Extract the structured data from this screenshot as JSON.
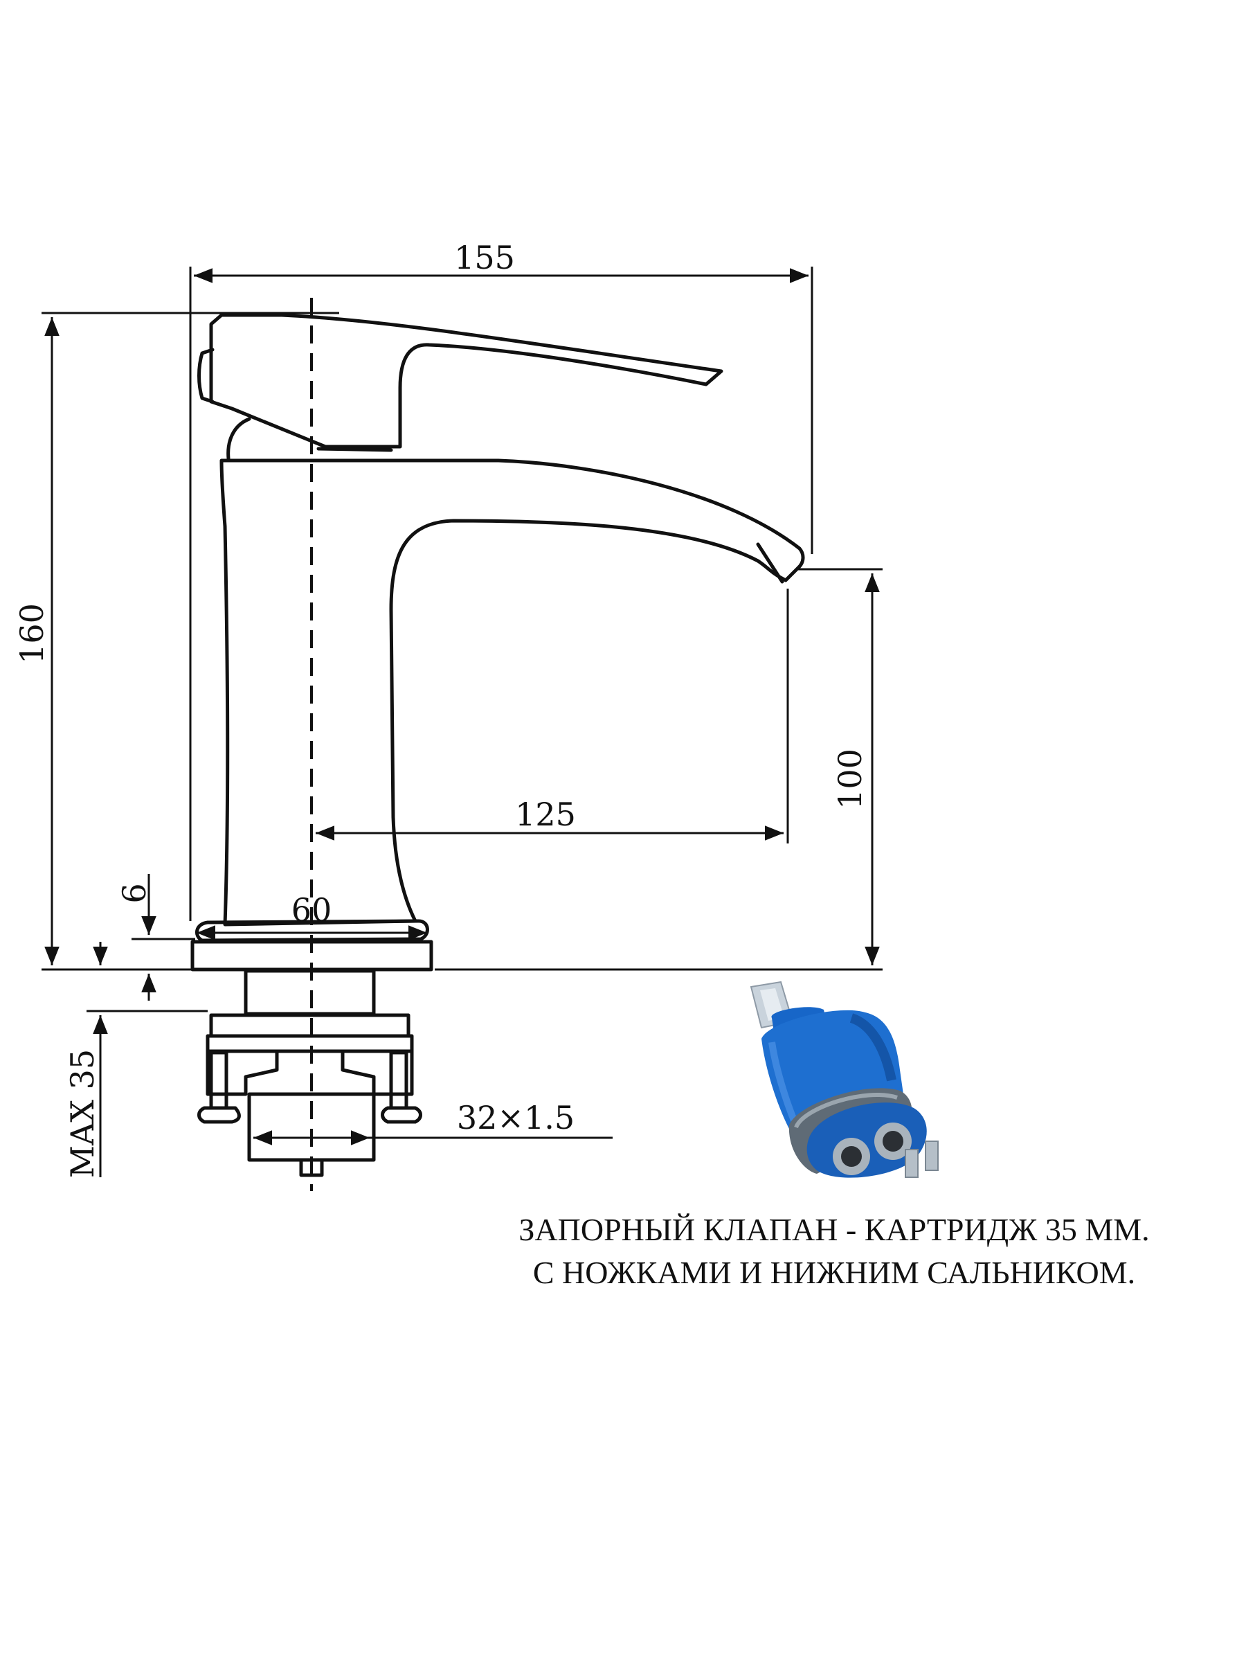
{
  "dimensions": {
    "overall_width": "155",
    "overall_height": "160",
    "spout_height": "100",
    "spout_reach": "125",
    "base_diameter": "60",
    "base_thickness": "6",
    "mount_thickness": "MAX 35",
    "thread": "32×1.5"
  },
  "caption": {
    "line1": "ЗАПОРНЫЙ КЛАПАН - КАРТРИДЖ 35 ММ.",
    "line2": "С НОЖКАМИ И НИЖНИМ САЛЬНИКОМ."
  },
  "colors": {
    "line": "#111111",
    "cartridge_body": "#1e6fd0",
    "cartridge_dark": "#0d3f86",
    "cartridge_stem": "#c9d3dc"
  }
}
